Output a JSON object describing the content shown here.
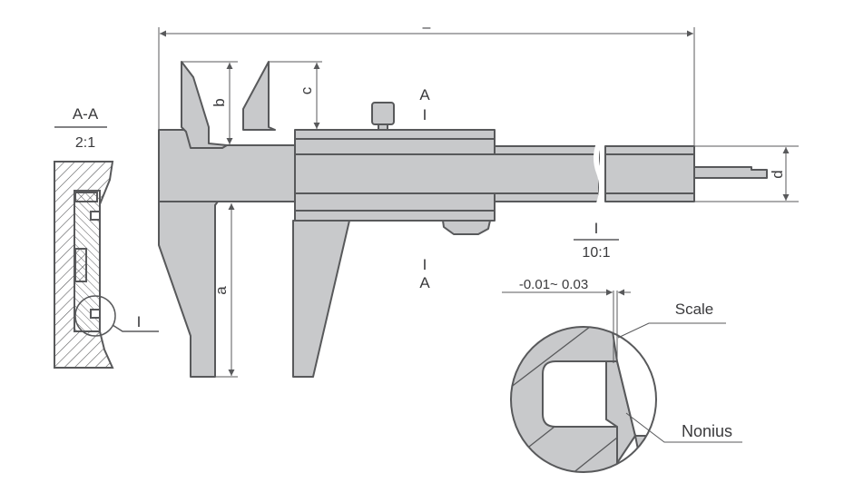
{
  "title": "Vernier caliper technical drawing",
  "colors": {
    "part_fill": "#c8c9cb",
    "outline": "#58595b",
    "text": "#3a3a3c"
  },
  "dimensions": {
    "overall_length": "–",
    "inside_jaw_depth": "b",
    "inside_jaw_offset": "c",
    "outside_jaw_depth": "a",
    "beam_height": "d"
  },
  "section": {
    "title": "A-A",
    "scale": "2:1",
    "cut_mark_top": "A",
    "cut_mark_bottom": "A",
    "tick": "I"
  },
  "detail": {
    "marker": "I",
    "title": "I",
    "scale": "10:1",
    "tolerance": "-0.01~ 0.03",
    "scale_label": "Scale",
    "nonius_label": "Nonius"
  }
}
